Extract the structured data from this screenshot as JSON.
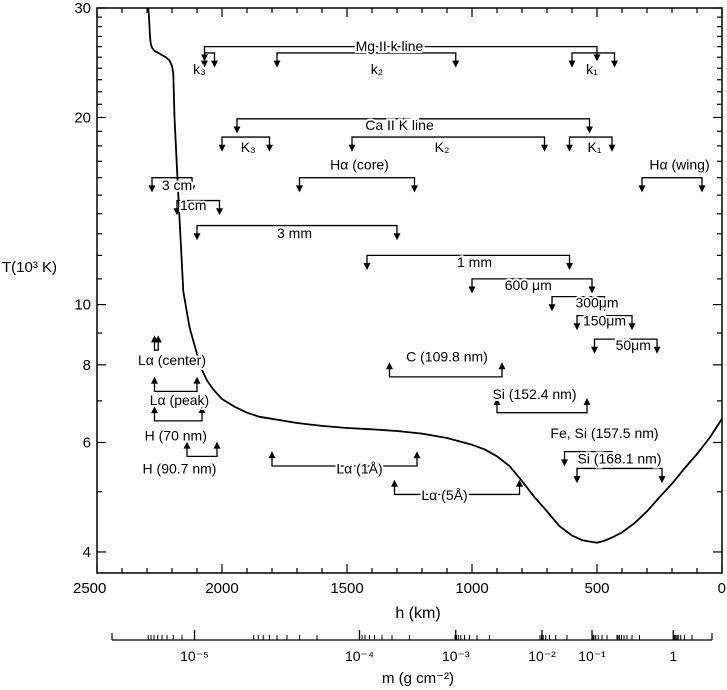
{
  "chart_data": {
    "type": "line",
    "y_scale": "log",
    "ylim": [
      3.7,
      30
    ],
    "xlim": [
      2500,
      0
    ],
    "ylabel": "T(10³ K)",
    "y_ticks": [
      {
        "v": 30,
        "label": "30"
      },
      {
        "v": 20,
        "label": "20"
      },
      {
        "v": 10,
        "label": "10"
      },
      {
        "v": 8,
        "label": "8"
      },
      {
        "v": 6,
        "label": "6"
      },
      {
        "v": 4,
        "label": "4"
      }
    ],
    "xlabel": "h  (km)",
    "x_ticks": [
      {
        "v": 2500,
        "label": "2500"
      },
      {
        "v": 2000,
        "label": "2000"
      },
      {
        "v": 1500,
        "label": "1500"
      },
      {
        "v": 1000,
        "label": "1000"
      },
      {
        "v": 500,
        "label": "500"
      },
      {
        "v": 0,
        "label": "0"
      }
    ],
    "x_minor_step": 100,
    "mass_axis": {
      "label": "m  (g cm⁻²)",
      "ticks": [
        {
          "h": 2110,
          "label": "10⁻⁵"
        },
        {
          "h": 1450,
          "label": "10⁻⁴"
        },
        {
          "h": 1065,
          "label": "10⁻³"
        },
        {
          "h": 720,
          "label": "10⁻²"
        },
        {
          "h": 520,
          "label": "10⁻¹"
        },
        {
          "h": 195,
          "label": "1"
        }
      ],
      "minor_h": [
        2160,
        2195,
        2220,
        2240,
        2257,
        2272,
        2284,
        2295,
        1620,
        1690,
        1740,
        1780,
        1810,
        1835,
        1855,
        1873,
        1250,
        1320,
        1360,
        1390,
        1410,
        1428,
        1440,
        1450,
        930,
        980,
        1010,
        1030,
        1045,
        1055,
        1062,
        1068,
        620,
        665,
        690,
        705,
        715,
        722,
        728,
        420,
        460,
        480,
        495,
        505,
        512,
        516,
        330,
        360,
        380,
        392,
        402,
        410,
        416,
        120,
        150,
        165,
        175,
        180,
        185,
        190
      ]
    },
    "series": [
      {
        "x": [
          2295,
          2292,
          2290,
          2288,
          2286,
          2284,
          2280,
          2270,
          2255,
          2240,
          2225,
          2210,
          2200,
          2195,
          2190,
          2175,
          2155,
          2130,
          2110,
          2095,
          2080,
          2060,
          2035,
          2000,
          1950,
          1900,
          1850,
          1800,
          1700,
          1600,
          1500,
          1400,
          1300,
          1200,
          1100,
          1000,
          950,
          900,
          850,
          800,
          750,
          700,
          650,
          600,
          560,
          520,
          500,
          470,
          440,
          400,
          350,
          300,
          250,
          200,
          150,
          100,
          50,
          0
        ],
        "y": [
          30,
          29,
          28,
          27,
          26.5,
          26.2,
          25.9,
          25.6,
          25.4,
          25.2,
          25.0,
          24.7,
          24.2,
          23.5,
          20,
          15,
          10.5,
          9.2,
          8.6,
          8.2,
          7.85,
          7.55,
          7.3,
          7.05,
          6.85,
          6.7,
          6.6,
          6.55,
          6.45,
          6.38,
          6.33,
          6.3,
          6.26,
          6.2,
          6.1,
          5.95,
          5.85,
          5.7,
          5.5,
          5.2,
          4.9,
          4.65,
          4.4,
          4.25,
          4.18,
          4.15,
          4.14,
          4.17,
          4.22,
          4.3,
          4.45,
          4.65,
          4.9,
          5.15,
          5.45,
          5.75,
          6.1,
          6.55
        ]
      }
    ],
    "labels": [
      {
        "text": "Mg II  k line",
        "h": 1330,
        "T": 25.6
      },
      {
        "text": "k₃",
        "h": 2090,
        "T": 23.5
      },
      {
        "text": "k₂",
        "h": 1380,
        "T": 23.5
      },
      {
        "text": "k₁",
        "h": 520,
        "T": 23.5
      },
      {
        "text": "Ca II  K line",
        "h": 1290,
        "T": 19.1
      },
      {
        "text": "K₃",
        "h": 1895,
        "T": 17.6
      },
      {
        "text": "K₂",
        "h": 1120,
        "T": 17.6
      },
      {
        "text": "K₁",
        "h": 510,
        "T": 17.6
      },
      {
        "text": "Hα (core)",
        "h": 1450,
        "T": 16.5
      },
      {
        "text": "Hα (wing)",
        "h": 170,
        "T": 16.5
      },
      {
        "text": "3 cm",
        "h": 2180,
        "T": 15.3
      },
      {
        "text": "1cm",
        "h": 2115,
        "T": 14.2
      },
      {
        "text": "3 mm",
        "h": 1710,
        "T": 12.8
      },
      {
        "text": "1 mm",
        "h": 990,
        "T": 11.5
      },
      {
        "text": "600 μm",
        "h": 775,
        "T": 10.55
      },
      {
        "text": "300μm",
        "h": 500,
        "T": 9.9
      },
      {
        "text": "150μm",
        "h": 470,
        "T": 9.25
      },
      {
        "text": "50μm",
        "h": 355,
        "T": 8.45
      },
      {
        "text": "Lα (center)",
        "h": 2200,
        "T": 8.0
      },
      {
        "text": "C (109.8 nm)",
        "h": 1100,
        "T": 8.1
      },
      {
        "text": "Lα (peak)",
        "h": 2170,
        "T": 6.9
      },
      {
        "text": "Si (152.4 nm)",
        "h": 750,
        "T": 7.05
      },
      {
        "text": "H (70 nm)",
        "h": 2185,
        "T": 6.05
      },
      {
        "text": "Fe, Si (157.5 nm)",
        "h": 470,
        "T": 6.1
      },
      {
        "text": "H (90.7 nm)",
        "h": 2170,
        "T": 5.35
      },
      {
        "text": "Si (168.1 nm)",
        "h": 410,
        "T": 5.55
      },
      {
        "text": "Lα (1Å)",
        "h": 1450,
        "T": 5.35
      },
      {
        "text": "Lα (5Å)",
        "h": 1110,
        "T": 4.85
      }
    ],
    "brackets": [
      {
        "type": "down",
        "x1": 2070,
        "x2": 500,
        "y": 26,
        "main": true
      },
      {
        "type": "down",
        "x1": 2070,
        "x2": 2030,
        "y": 25.4
      },
      {
        "type": "down",
        "x1": 1780,
        "x2": 1065,
        "y": 25.4
      },
      {
        "type": "down",
        "x1": 600,
        "x2": 430,
        "y": 25.4
      },
      {
        "type": "down",
        "x1": 1940,
        "x2": 530,
        "y": 19.9,
        "main": true
      },
      {
        "type": "down",
        "x1": 2000,
        "x2": 1810,
        "y": 18.6
      },
      {
        "type": "down",
        "x1": 1480,
        "x2": 710,
        "y": 18.6
      },
      {
        "type": "down",
        "x1": 610,
        "x2": 440,
        "y": 18.6
      },
      {
        "type": "down",
        "x1": 1690,
        "x2": 1230,
        "y": 16.0
      },
      {
        "type": "down",
        "x1": 320,
        "x2": 80,
        "y": 16.0
      },
      {
        "type": "down",
        "x1": 2280,
        "x2": 2120,
        "y": 16.0
      },
      {
        "type": "down",
        "x1": 2180,
        "x2": 2010,
        "y": 14.7
      },
      {
        "type": "down",
        "x1": 2100,
        "x2": 1300,
        "y": 13.4
      },
      {
        "type": "down",
        "x1": 1420,
        "x2": 610,
        "y": 12.0
      },
      {
        "type": "down",
        "x1": 1000,
        "x2": 520,
        "y": 11.0
      },
      {
        "type": "down",
        "x1": 680,
        "x2": 470,
        "y": 10.3
      },
      {
        "type": "down",
        "x1": 580,
        "x2": 360,
        "y": 9.6
      },
      {
        "type": "down",
        "x1": 510,
        "x2": 260,
        "y": 8.8
      },
      {
        "type": "up",
        "x1": 2270,
        "x2": 2255,
        "y": 8.45
      },
      {
        "type": "up",
        "x1": 2270,
        "x2": 2100,
        "y": 7.25
      },
      {
        "type": "up",
        "x1": 2270,
        "x2": 2080,
        "y": 6.5
      },
      {
        "type": "up",
        "x1": 2140,
        "x2": 2020,
        "y": 5.7
      },
      {
        "type": "up",
        "x1": 1330,
        "x2": 880,
        "y": 7.65
      },
      {
        "type": "up",
        "x1": 900,
        "x2": 540,
        "y": 6.7
      },
      {
        "type": "down",
        "x1": 630,
        "x2": 440,
        "y": 5.8
      },
      {
        "type": "down",
        "x1": 580,
        "x2": 240,
        "y": 5.45
      },
      {
        "type": "up",
        "x1": 1800,
        "x2": 1220,
        "y": 5.5
      },
      {
        "type": "up",
        "x1": 1310,
        "x2": 810,
        "y": 4.95
      }
    ]
  }
}
